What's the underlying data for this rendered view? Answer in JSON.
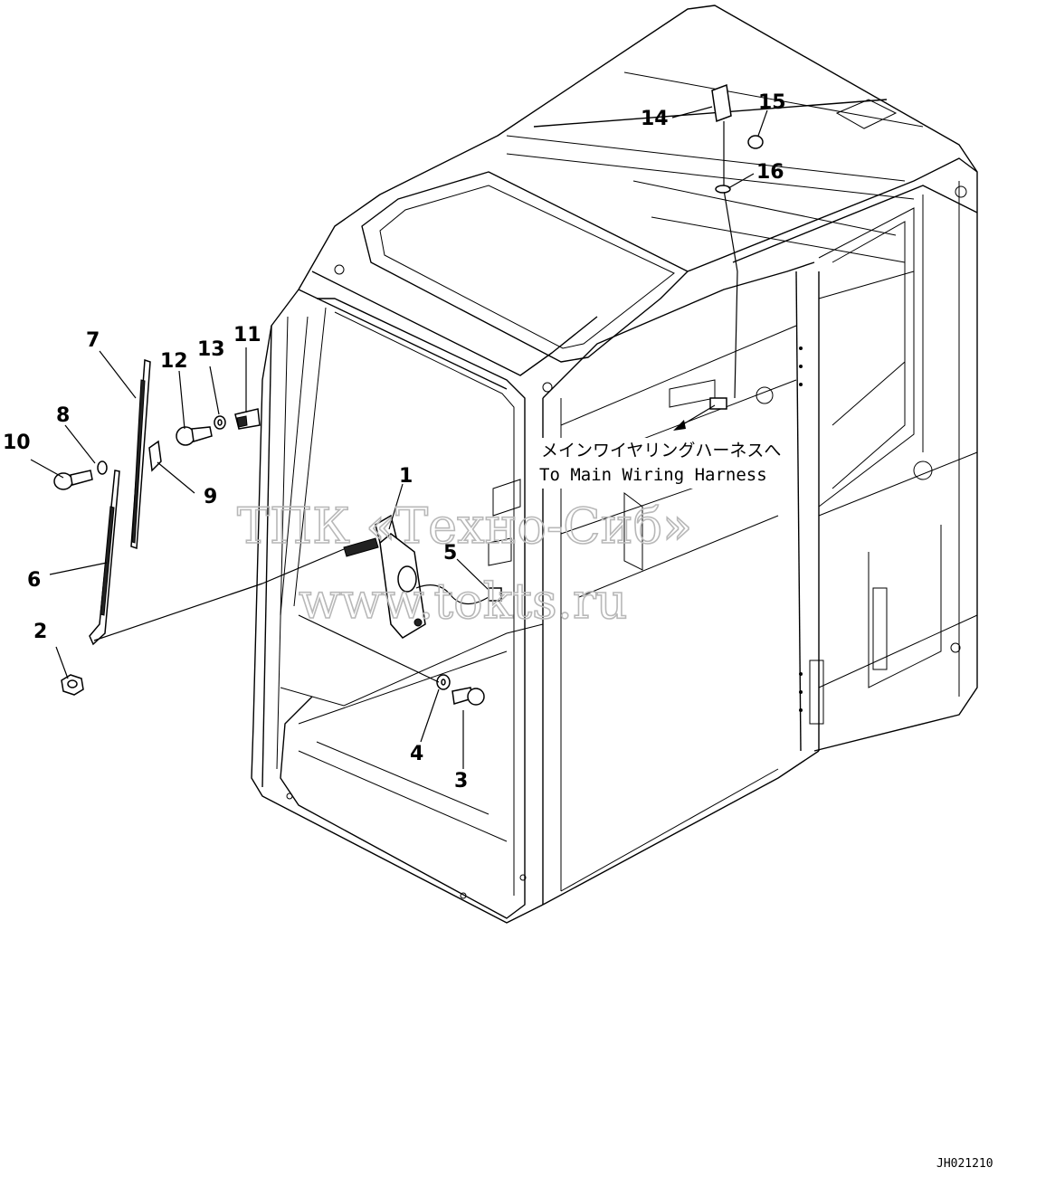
{
  "callouts": [
    "1",
    "2",
    "3",
    "4",
    "5",
    "6",
    "7",
    "8",
    "9",
    "10",
    "11",
    "12",
    "13",
    "14",
    "15",
    "16"
  ],
  "harness_note": {
    "japanese": "メインワイヤリングハーネスへ",
    "english": "To Main Wiring Harness"
  },
  "watermark": {
    "line1": "ТПК «Техно-Сиб»",
    "line2": "www.tokts.ru"
  },
  "drawing_code": "JH021210"
}
